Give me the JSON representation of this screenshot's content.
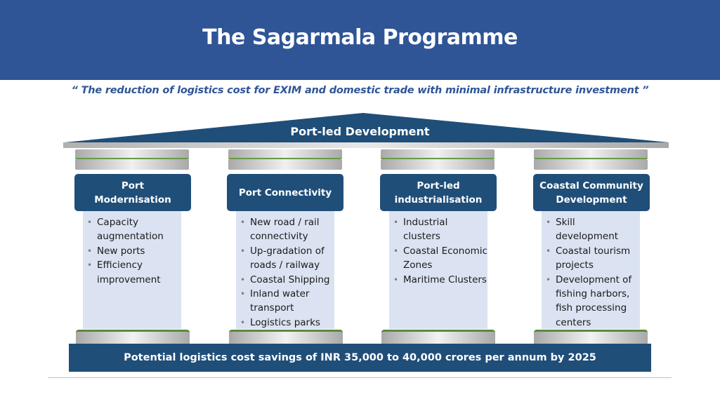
{
  "slide": {
    "title": "The Sagarmala Programme",
    "tagline": "“ The reduction of logistics cost for EXIM and domestic trade with minimal infrastructure investment ”",
    "roof_label": "Port-led Development",
    "footer": "Potential logistics cost savings of INR 35,000 to 40,000 crores per annum by 2025",
    "colors": {
      "header": "#2f5597",
      "pillar_head": "#1f4e79",
      "pillar_shaft": "#dbe3f2",
      "accent_green": "#5b8a3c"
    }
  },
  "pillars": [
    {
      "title": "Port\nModernisation",
      "items": [
        "Capacity augmentation",
        "New ports",
        "Efficiency improvement"
      ]
    },
    {
      "title": "Port Connectivity",
      "items": [
        "New road / rail connectivity",
        "Up-gradation of roads / railway",
        "Coastal Shipping",
        "Inland water transport",
        "Logistics parks"
      ]
    },
    {
      "title": "Port-led\nindustrialisation",
      "items": [
        "Industrial clusters",
        "Coastal Economic Zones",
        "Maritime Clusters"
      ]
    },
    {
      "title": "Coastal Community\nDevelopment",
      "items": [
        "Skill development",
        "Coastal tourism projects",
        "Development of fishing harbors, fish processing centers"
      ]
    }
  ]
}
